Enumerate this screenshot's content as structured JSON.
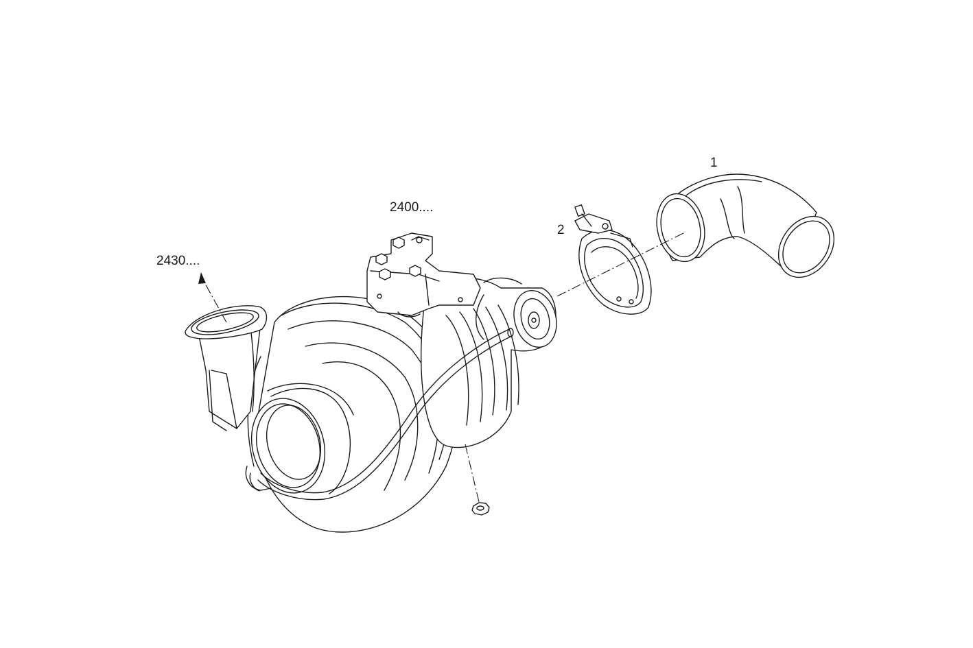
{
  "diagram": {
    "callouts": {
      "part_1": "1",
      "part_2": "2",
      "turbo_ref": "2400....",
      "exhaust_ref": "2430...."
    }
  }
}
